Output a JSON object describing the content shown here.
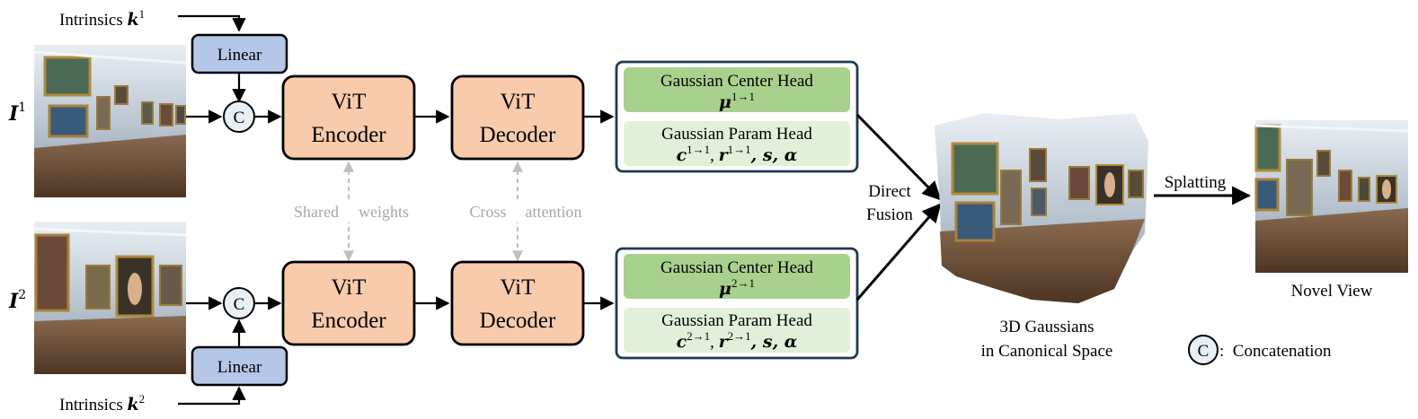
{
  "inputs": [
    {
      "image_label": "I",
      "image_sup": "1",
      "intrinsics_label": "Intrinsics",
      "intrinsics_symbol": "k",
      "intrinsics_sup": "1"
    },
    {
      "image_label": "I",
      "image_sup": "2",
      "intrinsics_label": "Intrinsics",
      "intrinsics_symbol": "k",
      "intrinsics_sup": "2"
    }
  ],
  "blocks": {
    "linear": "Linear",
    "concat_symbol": "C",
    "encoder_line1": "ViT",
    "encoder_line2": "Encoder",
    "decoder_line1": "ViT",
    "decoder_line2": "Decoder"
  },
  "heads": [
    {
      "center_title": "Gaussian Center Head",
      "center_sym": "μ",
      "center_sup": "1→1",
      "param_title": "Gaussian Param Head",
      "param_c": "c",
      "param_c_sup": "1→1",
      "param_r": "r",
      "param_r_sup": "1→1",
      "param_rest": ", s, α"
    },
    {
      "center_title": "Gaussian Center Head",
      "center_sym": "μ",
      "center_sup": "2→1",
      "param_title": "Gaussian Param Head",
      "param_c": "c",
      "param_c_sup": "2→1",
      "param_r": "r",
      "param_r_sup": "2→1",
      "param_rest": ", s, α"
    }
  ],
  "links": {
    "shared_a": "Shared",
    "shared_b": "weights",
    "cross_a": "Cross",
    "cross_b": "attention"
  },
  "fusion": {
    "line1": "Direct",
    "line2": "Fusion"
  },
  "gaussians": {
    "line1": "3D Gaussians",
    "line2": "in Canonical Space"
  },
  "splatting": "Splatting",
  "novel_view": "Novel View",
  "legend": {
    "symbol": "C",
    "text": ":  Concatenation"
  },
  "colors": {
    "linear_fill": "#b4c7e7",
    "vit_fill": "#f8cbad",
    "center_head_fill": "#a9d18e",
    "param_head_fill": "#e2f0d9",
    "head_border": "#1f3a4d",
    "concat_fill": "#e8f0f6",
    "link_gray": "#bfbfbf"
  }
}
